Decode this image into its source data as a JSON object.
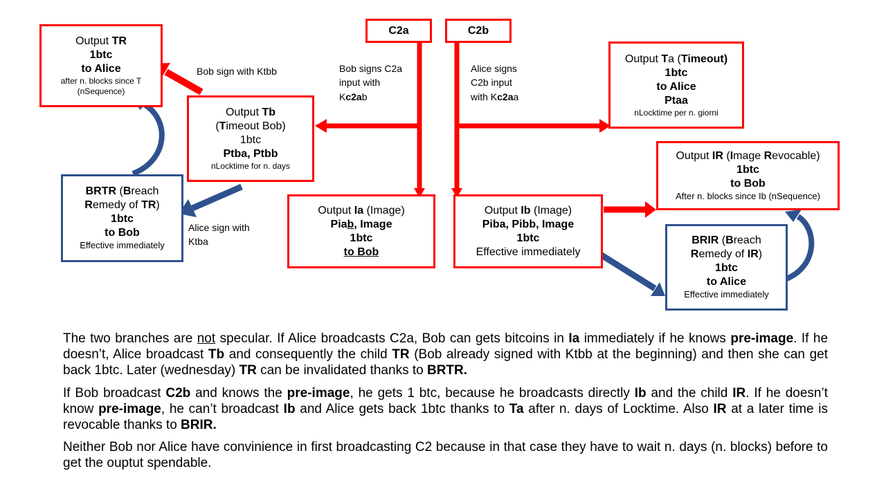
{
  "colors": {
    "red": "#ff0000",
    "blue": "#2f528f"
  },
  "boxes": {
    "c2a": {
      "label": "C2a"
    },
    "c2b": {
      "label": "C2b"
    },
    "tr": {
      "l1a": "Output ",
      "l1b": "TR",
      "l2": "1btc",
      "l3": "to Alice",
      "l4": "after n. blocks since T",
      "l5": "(nSequence)"
    },
    "tb": {
      "l1a": "Output ",
      "l1b": "Tb",
      "l2a": "(",
      "l2b": "T",
      "l2c": "imeout Bob)",
      "l3": "1btc",
      "l4": "Ptba, Ptbb",
      "l5": "nLocktime for n. days"
    },
    "brtr": {
      "l1a": "BRTR",
      "l1b": " (",
      "l1c": "B",
      "l1d": "reach",
      "l2a": "R",
      "l2b": "emedy of ",
      "l2c": "TR",
      "l2d": ")",
      "l3": "1btc",
      "l4": "to Bob",
      "l5": "Effective immediately"
    },
    "ia": {
      "l1a": "Output ",
      "l1b": "Ia",
      "l1c": " (Image)",
      "l2a": "Pia",
      "l2b": "b",
      "l2c": ", Image",
      "l3": "1btc",
      "l4": "to Bob"
    },
    "ib": {
      "l1a": "Output ",
      "l1b": "Ib",
      "l1c": " (Image)",
      "l2": "Piba, Pibb, Image",
      "l3": "1btc",
      "l4": "Effective immediately"
    },
    "ta": {
      "l1a": "Output ",
      "l1b": "T",
      "l1c": "a (",
      "l1d": "T",
      "l1e": "imeout)",
      "l2": "1btc",
      "l3": "to Alice",
      "l4": "Ptaa",
      "l5": "nLocktime per n. giorni"
    },
    "ir": {
      "l1a": "Output ",
      "l1b": "IR",
      "l1c": " (",
      "l1d": "I",
      "l1e": "mage ",
      "l1f": "R",
      "l1g": "evocable)",
      "l2": "1btc",
      "l3": "to Bob",
      "l4": "After n. blocks since Ib (nSequence)"
    },
    "brir": {
      "l1a": "BRIR",
      "l1b": " (",
      "l1c": "B",
      "l1d": "reach",
      "l2a": "R",
      "l2b": "emedy of ",
      "l2c": "IR",
      "l2d": ")",
      "l3": "1btc",
      "l4": "to Alice",
      "l5": "Effective immediately"
    }
  },
  "labels": {
    "bob_ktbb": "Bob sign with Ktbb",
    "bob_c2a": {
      "l1": "Bob signs C2a",
      "l2": "input with",
      "l3a": "K",
      "l3b": "c2a",
      "l3c": "b"
    },
    "alice_c2b": {
      "l1": "Alice signs",
      "l2": "C2b input",
      "l3a": "with K",
      "l3b": "c2a",
      "l3c": "a"
    },
    "alice_ktba": {
      "l1": "Alice sign with",
      "l2": "Ktba"
    }
  },
  "text": {
    "p1": {
      "a": "The two branches are ",
      "b": "not",
      "c": " specular. If Alice broadcasts C2a, Bob can gets bitcoins in ",
      "d": "Ia",
      "e": " immediately if he knows ",
      "f": "pre-image",
      "g": ". If he doesn’t, Alice broadcast ",
      "h": "Tb",
      "i": " and consequently the child ",
      "j": "TR",
      "k": " (Bob already signed with Ktbb at the beginning) and then she can get back 1btc. Later (wednesday) ",
      "l": "TR",
      "m": " can be invalidated thanks to ",
      "n": "BRTR."
    },
    "p2": {
      "a": "If Bob broadcast ",
      "b": "C2b",
      "c": " and knows the ",
      "d": "pre-image",
      "e": ", he gets 1 btc, because he broadcasts directly ",
      "f": "Ib",
      "g": " and the child ",
      "h": "IR",
      "i": ". If he doesn’t know ",
      "j": "pre-image",
      "k": ", he can’t broadcast ",
      "l": "Ib",
      "m": " and Alice gets back 1btc thanks to ",
      "n": "Ta",
      "o": " after n. days of Locktime. Also ",
      "p": "IR",
      "q": " at a later time is revocable thanks to ",
      "r": "BRIR."
    },
    "p3": "Neither Bob nor Alice have convinience in first broadcasting C2 because in that case they have to wait n. days (n. blocks) before to get the ouptut spendable."
  }
}
